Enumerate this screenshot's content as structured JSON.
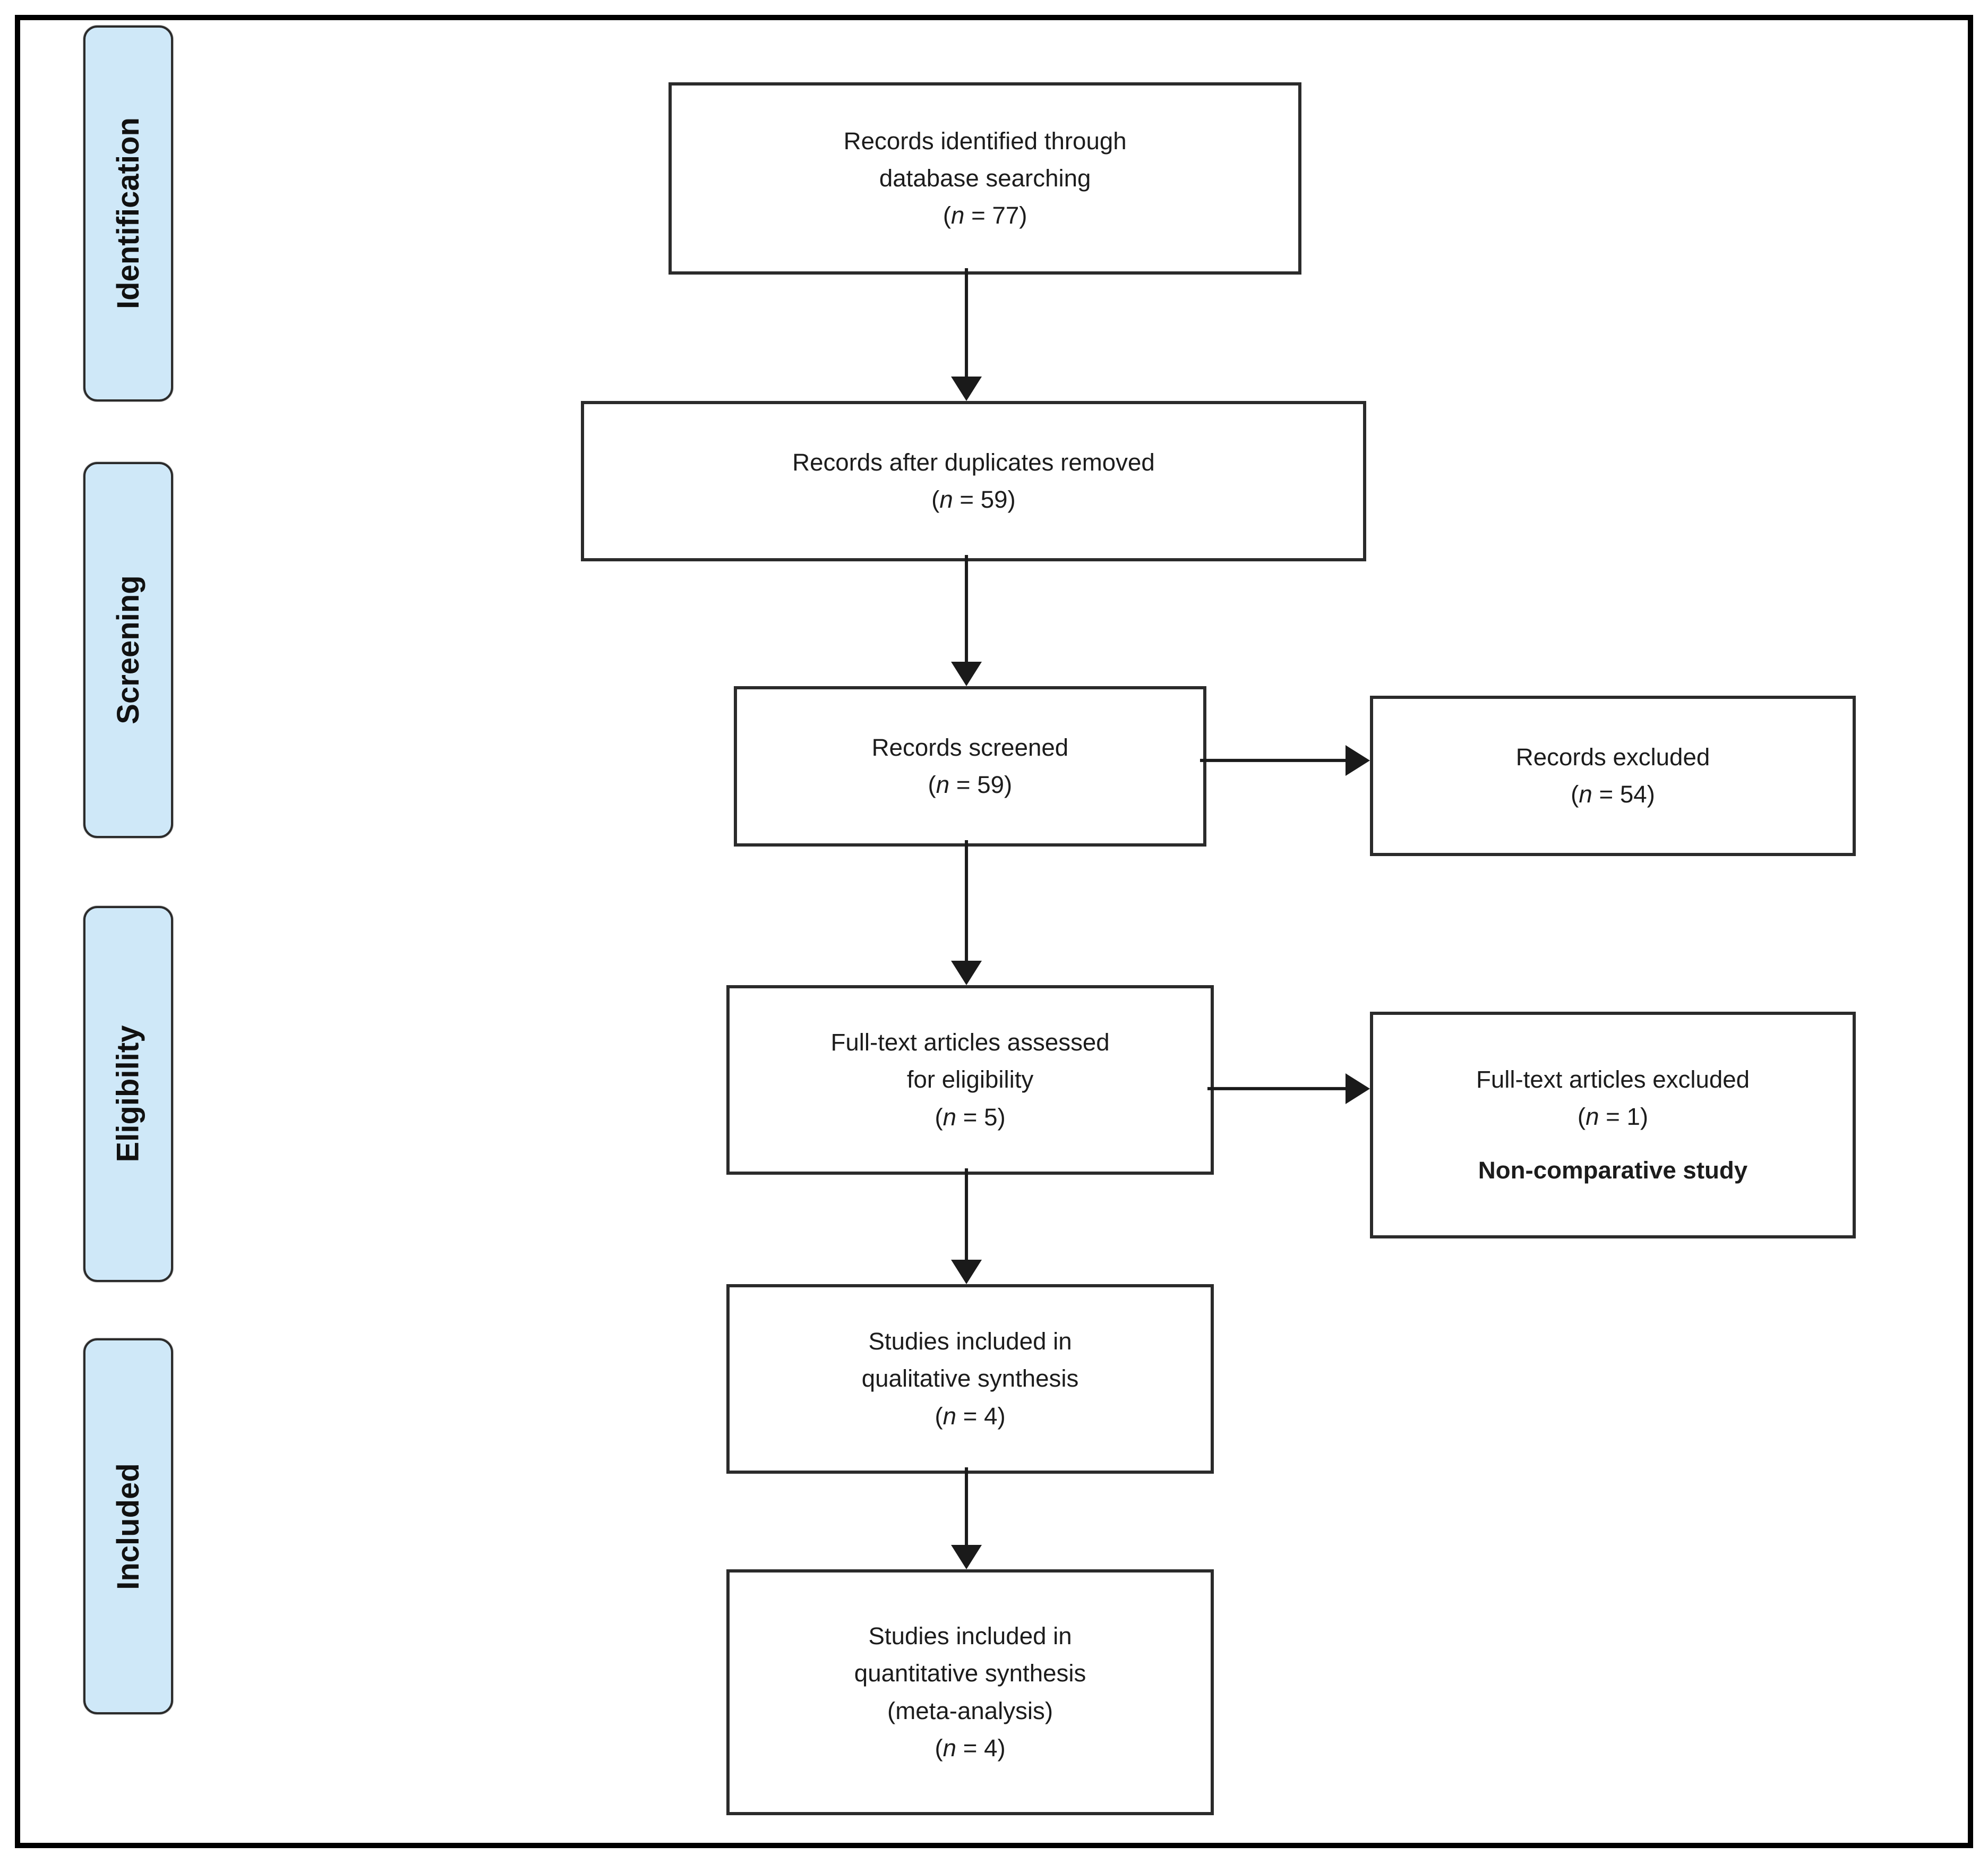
{
  "figure": {
    "type": "prisma-flow-diagram",
    "stages": [
      {
        "label": "Identification"
      },
      {
        "label": "Screening"
      },
      {
        "label": "Eligibility"
      },
      {
        "label": "Included"
      }
    ],
    "boxes": [
      {
        "key": "records-identified",
        "lines": [
          "Records identified through",
          "database searching"
        ],
        "count": {
          "open": "(",
          "symbol": "n",
          "rest": " = 77)"
        }
      },
      {
        "key": "records-after-duplicates",
        "lines": [
          "Records after duplicates removed"
        ],
        "count": {
          "open": "(",
          "symbol": "n",
          "rest": " = 59)"
        }
      },
      {
        "key": "records-screened",
        "lines": [
          "Records screened"
        ],
        "count": {
          "open": "(",
          "symbol": "n",
          "rest": " = 59)"
        }
      },
      {
        "key": "records-excluded",
        "lines": [
          "Records excluded"
        ],
        "count": {
          "open": "(",
          "symbol": "n",
          "rest": " = 54)"
        }
      },
      {
        "key": "fulltext-assessed",
        "lines": [
          "Full-text articles assessed",
          "for eligibility"
        ],
        "count": {
          "open": "(",
          "symbol": "n",
          "rest": " = 5)"
        }
      },
      {
        "key": "fulltext-excluded",
        "lines": [
          "Full-text articles excluded"
        ],
        "count": {
          "open": "(",
          "symbol": "n",
          "rest": " = 1)"
        },
        "reason": "Non-comparative study"
      },
      {
        "key": "qualitative-synthesis",
        "lines": [
          "Studies included in",
          "qualitative synthesis"
        ],
        "count": {
          "open": "(",
          "symbol": "n",
          "rest": " = 4)"
        }
      },
      {
        "key": "quantitative-synthesis",
        "lines": [
          "Studies included in",
          "quantitative synthesis",
          "(meta-analysis)"
        ],
        "count": {
          "open": "(",
          "symbol": "n",
          "rest": " = 4)"
        }
      }
    ],
    "colors": {
      "stage_fill": "#cfe8f8",
      "stage_border": "#2b2b2b",
      "box_border": "#2b2b2b",
      "arrow": "#1a1a1a",
      "text": "#1c1c1c",
      "frame": "#000000"
    }
  }
}
